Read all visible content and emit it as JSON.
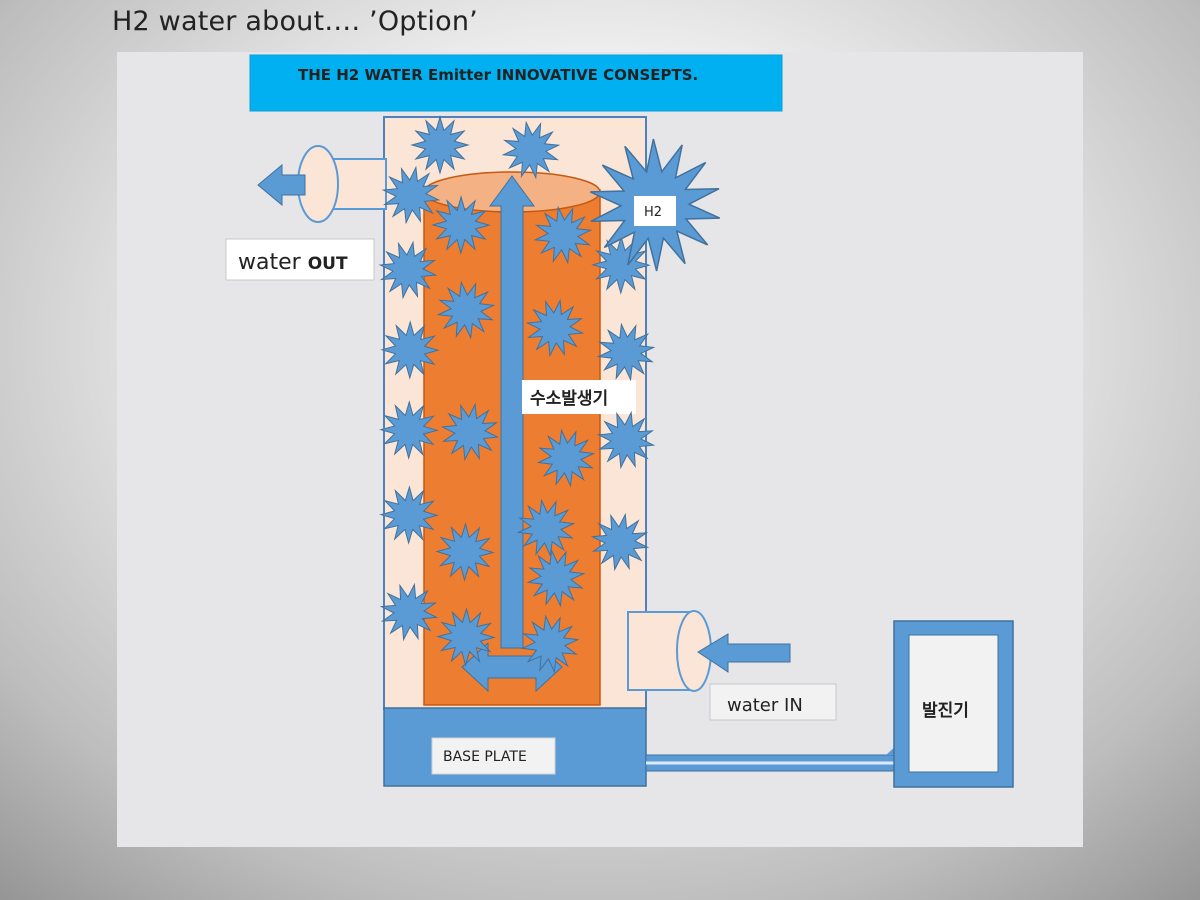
{
  "slide": {
    "title": "H2 water about…. ’Option’"
  },
  "diagram": {
    "banner": "THE  H2 WATER Emitter INNOVATIVE CONSEPTS.",
    "water_out": {
      "prefix": "water ",
      "emphasis": "OUT"
    },
    "water_in": "water IN",
    "h2_label": "H2",
    "generator_label": "수소발생기",
    "base_plate": "BASE PLATE",
    "oscillator_label": "발진기"
  },
  "colors": {
    "tank_fill": "#fbe5d6",
    "tank_border": "#4f81bd",
    "core_fill": "#ed7d31",
    "core_top": "#f4b183",
    "accent_blue": "#5b9bd5",
    "banner_blue": "#00b0f0",
    "panel_bg": "#e6e5e7"
  }
}
